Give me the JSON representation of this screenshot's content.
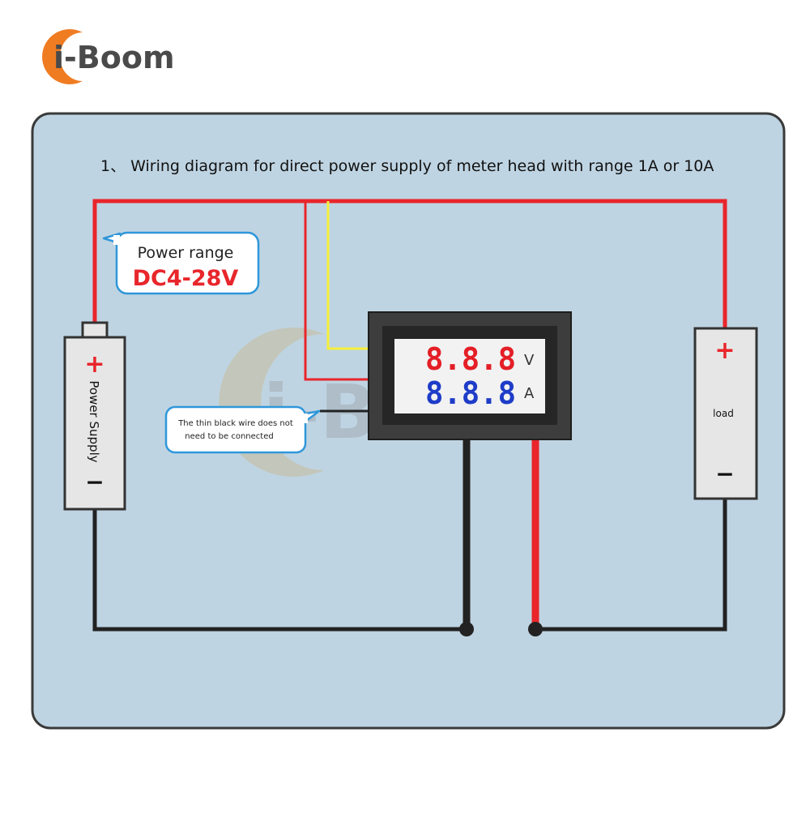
{
  "brand": {
    "name": "i-Boom",
    "watermark": "i-Boom",
    "orange": "#F07C22",
    "dark": "#4a4a4a"
  },
  "diagram": {
    "title": "1、 Wiring diagram for direct power supply of meter head with range 1A or 10A",
    "power_callout": {
      "line1": "Power range",
      "line2": "DC4-28V"
    },
    "note_callout": {
      "line1": "The thin black wire does not",
      "line2": "need to be connected"
    },
    "power_supply": {
      "label": "Power Supply",
      "plus": "+",
      "minus": "−"
    },
    "load": {
      "label": "load",
      "plus": "+",
      "minus": "−"
    },
    "meter": {
      "voltage_digits": "8.8.8",
      "voltage_unit": "V",
      "current_digits": "8.8.8",
      "current_unit": "A"
    },
    "colors": {
      "panel": "#BFD4E2",
      "wire_red": "#E8262B",
      "wire_black": "#222222",
      "wire_yellow": "#F5EF3A",
      "callout_border": "#2F97DA",
      "accent_red": "#E8262B",
      "digit_red": "#E41E26",
      "digit_blue": "#1E3CC8"
    }
  }
}
